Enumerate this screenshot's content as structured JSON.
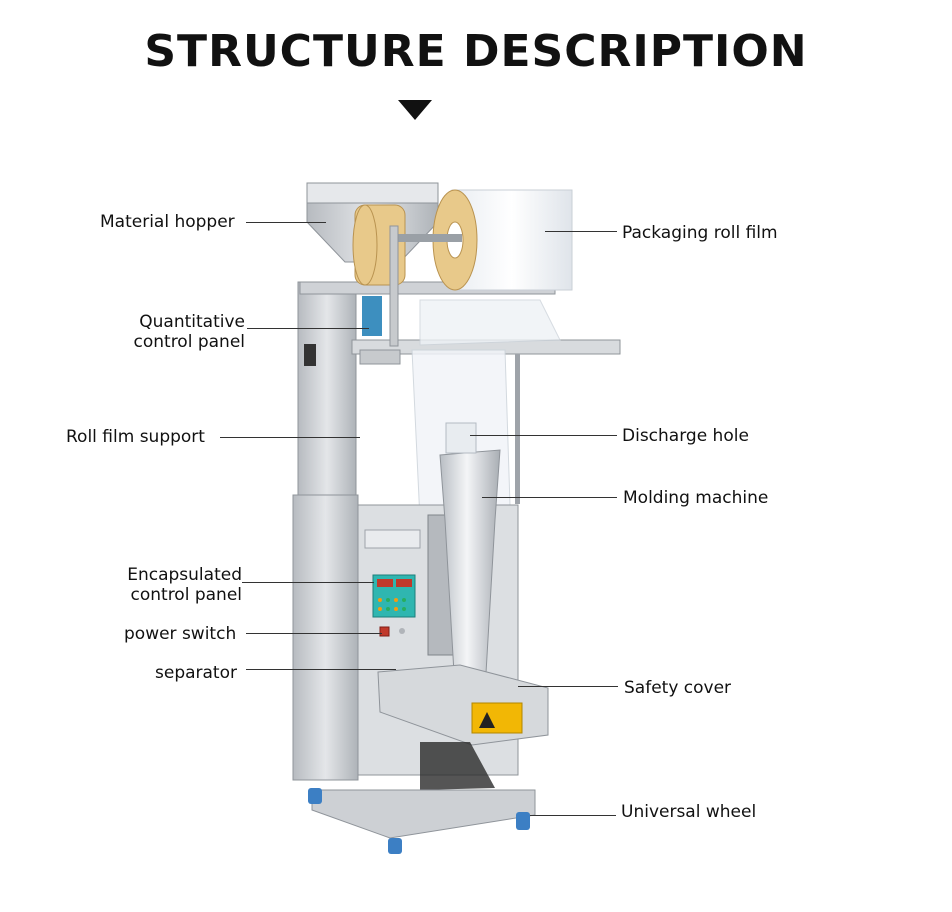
{
  "title": "STRUCTURE DESCRIPTION",
  "labels": {
    "material_hopper": "Material hopper",
    "quantitative_line1": "Quantitative",
    "quantitative_line2": "control panel",
    "roll_film_support": "Roll film support",
    "encapsulated_line1": "Encapsulated",
    "encapsulated_line2": "control panel",
    "power_switch": "power switch",
    "separator": "separator",
    "packaging_roll_film": "Packaging roll film",
    "discharge_hole": "Discharge hole",
    "molding_machine": "Molding machine",
    "safety_cover": "Safety cover",
    "universal_wheel": "Universal wheel"
  },
  "colors": {
    "steel": "#c9ccd0",
    "steel_dark": "#9ea3a9",
    "panel_teal": "#2fb6b0",
    "wheel_blue": "#3c7fc4",
    "warning_yellow": "#f2b705",
    "film_tan": "#e8c98a"
  }
}
